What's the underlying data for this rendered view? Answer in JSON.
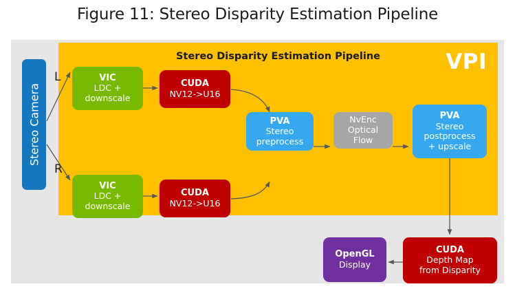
{
  "figure": {
    "title": "Figure 11: Stereo Disparity Estimation Pipeline"
  },
  "diagram": {
    "panel_title": "Stereo Disparity Estimation Pipeline",
    "brand_logo": "VPI",
    "camera": {
      "label": "Stereo Camera"
    },
    "stream_labels": {
      "left": "L",
      "right": "R"
    },
    "nodes": [
      {
        "id": "vic-left",
        "backend": "VIC",
        "line1": "LDC +",
        "line2": "downscale",
        "color": "#76b900"
      },
      {
        "id": "cuda-left",
        "backend": "CUDA",
        "line1": "NV12->U16",
        "line2": "",
        "color": "#c00000"
      },
      {
        "id": "vic-right",
        "backend": "VIC",
        "line1": "LDC +",
        "line2": "downscale",
        "color": "#76b900"
      },
      {
        "id": "cuda-right",
        "backend": "CUDA",
        "line1": "NV12->U16",
        "line2": "",
        "color": "#c00000"
      },
      {
        "id": "pva-pre",
        "backend": "PVA",
        "line1": "Stereo",
        "line2": "preprocess",
        "color": "#35a8f0"
      },
      {
        "id": "nvenc-of",
        "backend": "NvEnc",
        "line1": "Optical",
        "line2": "Flow",
        "color": "#a6a6a6"
      },
      {
        "id": "pva-post",
        "backend": "PVA",
        "line1": "Stereo",
        "line2": "postprocess",
        "line3": "+ upscale",
        "color": "#35a8f0"
      },
      {
        "id": "cuda-depth",
        "backend": "CUDA",
        "line1": "Depth Map",
        "line2": "from Disparity",
        "color": "#c00000"
      },
      {
        "id": "opengl",
        "backend": "OpenGL",
        "line1": "Display",
        "line2": "",
        "color": "#7030a0"
      }
    ],
    "colors": {
      "canvas_bg": "#e6e6e6",
      "vpi_panel": "#ffc000",
      "camera": "#1477c0",
      "vic_green": "#76b900",
      "cuda_red": "#c00000",
      "pva_blue": "#35a8f0",
      "nvenc_gray": "#a6a6a6",
      "opengl_purple": "#7030a0",
      "arrow": "#595959",
      "title_text": "#1b1b1b"
    }
  }
}
